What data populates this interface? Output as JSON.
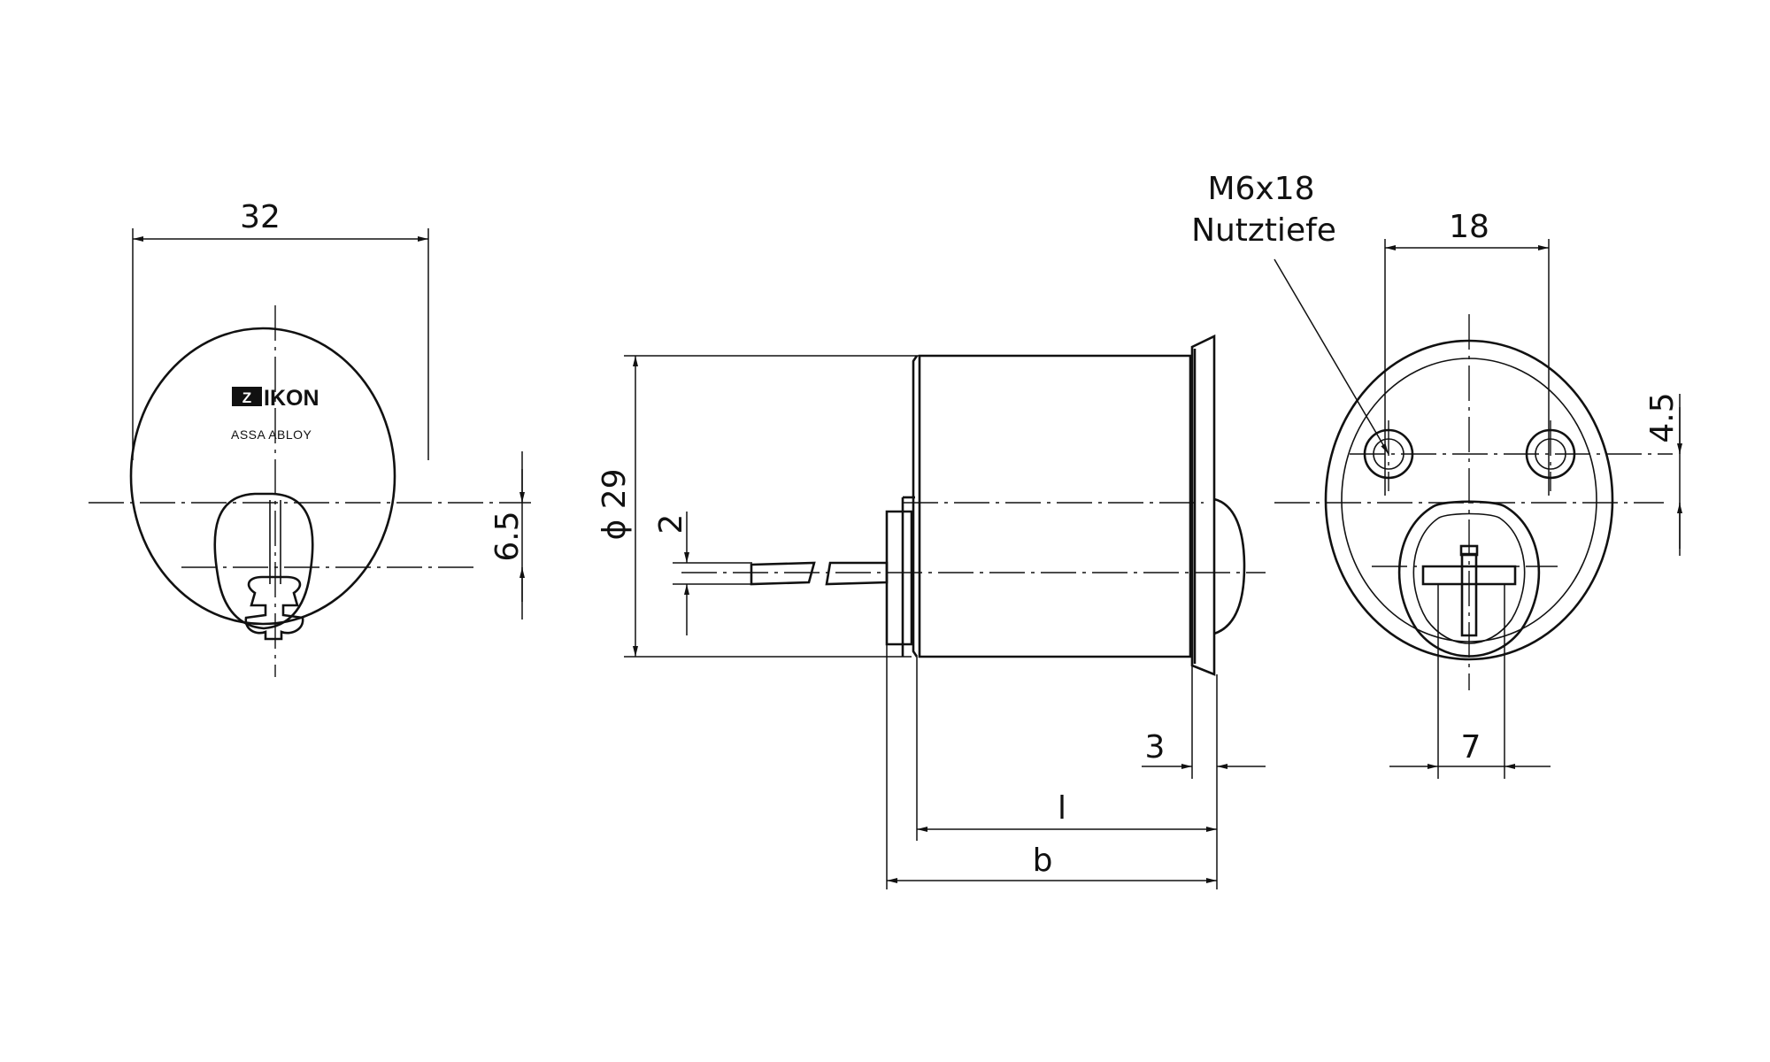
{
  "front_view": {
    "brand_name": "IKON",
    "brand_sub": "ASSA ABLOY",
    "dim_width": "32",
    "dim_offset": "6.5"
  },
  "side_view": {
    "dim_diameter": "ϕ 29",
    "dim_shaft": "2",
    "dim_flange": "3",
    "dim_l": "l",
    "dim_b": "b"
  },
  "rear_view": {
    "thread_note_line1": "M6x18",
    "thread_note_line2": "Nutztiefe",
    "dim_hole_spacing": "18",
    "dim_hole_offset": "4.5",
    "dim_cam_width": "7"
  }
}
